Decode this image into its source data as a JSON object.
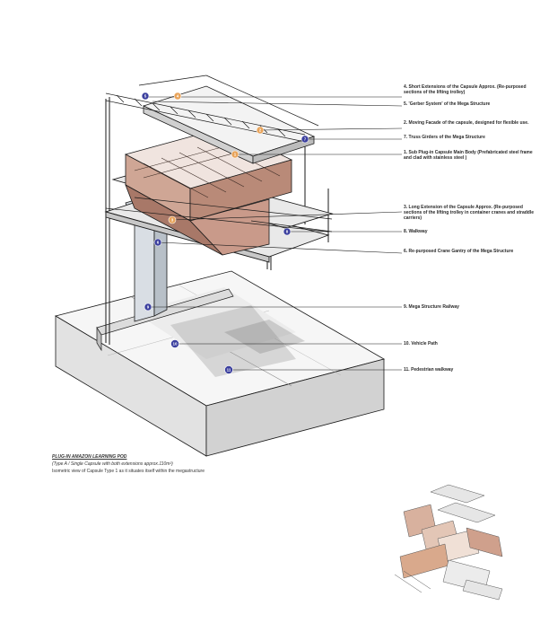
{
  "labels": [
    {
      "id": "l4",
      "text": "4. Short Extensions of the Capsule Approx. (Re-purposed sections of the lifting trolley)"
    },
    {
      "id": "l5",
      "text": "5. 'Gerber System' of the Mega Structure"
    },
    {
      "id": "l2",
      "text": "2. Moving Facade of the capsule, designed for flexible use."
    },
    {
      "id": "l7",
      "text": "7. Truss Girders of the Mega Structure"
    },
    {
      "id": "l1",
      "text": "1. Sub Plug-in Capsule Main Body (Prefabricated steel frame and clad with stainless steel )"
    },
    {
      "id": "l3",
      "text": "3. Long Extension of the Capsule Approx. (Re-purposed sections of the lifting trolley in container cranes and straddle carriers)"
    },
    {
      "id": "l8",
      "text": "8. Walkway"
    },
    {
      "id": "l6",
      "text": "6. Re-purposed Crane Gantry of the Mega Structure"
    },
    {
      "id": "l9",
      "text": "9. Mega Structure Railway"
    },
    {
      "id": "l10",
      "text": "10. Vehicle Path"
    },
    {
      "id": "l11",
      "text": "11. Pedestrian walkway"
    }
  ],
  "markers": {
    "purple": [
      "5",
      "7",
      "8",
      "6",
      "9",
      "10",
      "11"
    ],
    "orange": [
      "4",
      "2",
      "1",
      "3"
    ]
  },
  "caption": {
    "title": "PLUG-IN AMAZON LEARNING POD",
    "subtitle": "(Type A / Single Capsule with both extensions approx.110m²)",
    "description": "Isometric view of Capsule Type 1 as it situates itself within the megastructure"
  },
  "colors": {
    "purple_marker": "#3b3f9e",
    "orange_marker": "#e8a35a",
    "capsule_tint": "#c99a8a",
    "line": "#1a1a1a"
  }
}
